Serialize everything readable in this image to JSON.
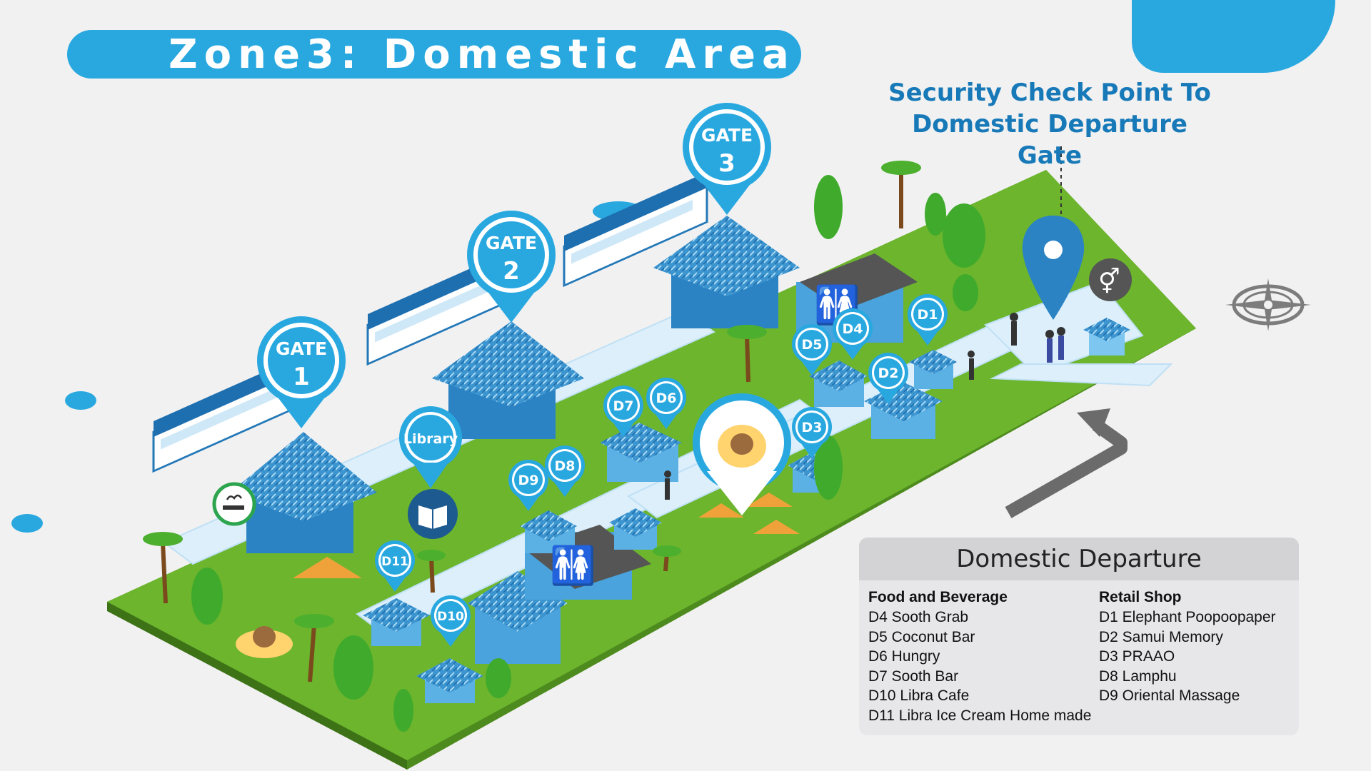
{
  "title": "Zone3: Domestic Area",
  "security_checkpoint": {
    "line1": "Security Check Point To",
    "line2": "Domestic Departure Gate"
  },
  "gates": [
    {
      "label": "GATE",
      "number": "1"
    },
    {
      "label": "GATE",
      "number": "2"
    },
    {
      "label": "GATE",
      "number": "3"
    }
  ],
  "markers": {
    "library": "Library",
    "shops": [
      "D1",
      "D2",
      "D3",
      "D4",
      "D5",
      "D6",
      "D7",
      "D8",
      "D9",
      "D10",
      "D11"
    ]
  },
  "legend": {
    "title": "Domestic Departure",
    "food_beverage": {
      "heading": "Food and Beverage",
      "items": [
        "D4 Sooth Grab",
        "D5 Coconut Bar",
        "D6 Hungry",
        "D7 Sooth Bar",
        "D10 Libra Cafe",
        "D11 Libra Ice Cream Home made"
      ]
    },
    "retail_shop": {
      "heading": "Retail Shop",
      "items": [
        "D1 Elephant Poopoopaper",
        "D2 Samui Memory",
        "D3 PRAAO",
        "D8 Lamphu",
        "D9 Oriental Massage"
      ]
    }
  },
  "icons": [
    "compass-icon",
    "smoking-area-icon",
    "book-icon",
    "restroom-icon",
    "location-pin-icon",
    "direction-arrow-icon",
    "kids-play-icon"
  ],
  "colors": {
    "accent_blue": "#29a8e0",
    "dark_blue": "#1779b8",
    "grass_green": "#6cb52d",
    "roof_blue": "#3a9bd5",
    "walkway": "#dceffb"
  }
}
